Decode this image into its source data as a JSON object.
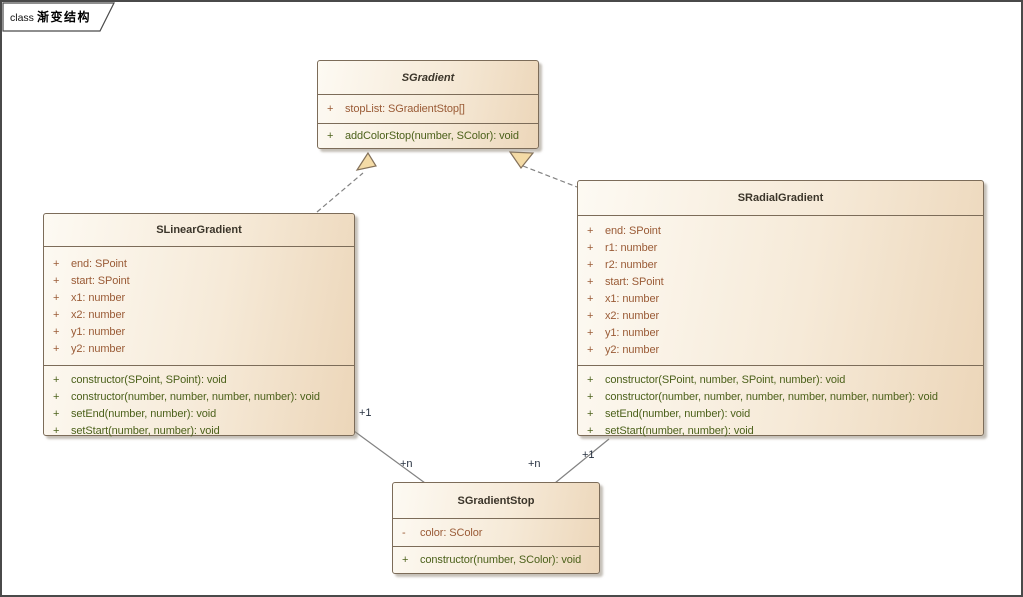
{
  "frame": {
    "keyword": "class",
    "title": "渐变结构"
  },
  "classes": [
    {
      "name": "SGradient",
      "abstract": true,
      "attributes": [
        {
          "vis": "+",
          "text": "stopList: SGradientStop[]"
        }
      ],
      "methods": [
        {
          "vis": "+",
          "text": "addColorStop(number, SColor): void"
        }
      ]
    },
    {
      "name": "SLinearGradient",
      "abstract": false,
      "attributes": [
        {
          "vis": "+",
          "text": "end: SPoint"
        },
        {
          "vis": "+",
          "text": "start: SPoint"
        },
        {
          "vis": "+",
          "text": "x1: number"
        },
        {
          "vis": "+",
          "text": "x2: number"
        },
        {
          "vis": "+",
          "text": "y1: number"
        },
        {
          "vis": "+",
          "text": "y2: number"
        }
      ],
      "methods": [
        {
          "vis": "+",
          "text": "constructor(SPoint, SPoint): void"
        },
        {
          "vis": "+",
          "text": "constructor(number, number, number, number): void"
        },
        {
          "vis": "+",
          "text": "setEnd(number, number): void"
        },
        {
          "vis": "+",
          "text": "setStart(number, number): void"
        }
      ]
    },
    {
      "name": "SRadialGradient",
      "abstract": false,
      "attributes": [
        {
          "vis": "+",
          "text": "end: SPoint"
        },
        {
          "vis": "+",
          "text": "r1: number"
        },
        {
          "vis": "+",
          "text": "r2: number"
        },
        {
          "vis": "+",
          "text": "start: SPoint"
        },
        {
          "vis": "+",
          "text": "x1: number"
        },
        {
          "vis": "+",
          "text": "x2: number"
        },
        {
          "vis": "+",
          "text": "y1: number"
        },
        {
          "vis": "+",
          "text": "y2: number"
        }
      ],
      "methods": [
        {
          "vis": "+",
          "text": "constructor(SPoint, number, SPoint, number): void"
        },
        {
          "vis": "+",
          "text": "constructor(number, number, number, number, number, number): void"
        },
        {
          "vis": "+",
          "text": "setEnd(number, number): void"
        },
        {
          "vis": "+",
          "text": "setStart(number, number): void"
        }
      ]
    },
    {
      "name": "SGradientStop",
      "abstract": false,
      "attributes": [
        {
          "vis": "-",
          "text": "color: SColor"
        }
      ],
      "methods": [
        {
          "vis": "+",
          "text": "constructor(number, SColor): void"
        }
      ]
    }
  ],
  "relations": [
    {
      "type": "association",
      "source": "SLinearGradient",
      "target": "SGradientStop",
      "source_label": "+1",
      "target_label": "+n"
    },
    {
      "type": "association",
      "source": "SRadialGradient",
      "target": "SGradientStop",
      "source_label": "+1",
      "target_label": "+n"
    },
    {
      "type": "realization",
      "source": "SLinearGradient",
      "target": "SGradient"
    },
    {
      "type": "realization",
      "source": "SRadialGradient",
      "target": "SGradient"
    }
  ],
  "colors": {
    "frame-border": "#4a4a4a",
    "box-border": "#7c6c59",
    "box-fill-light": "#fdfaf3",
    "box-fill-mid": "#f6ead8",
    "box-fill-dark": "#ecd6b9",
    "title-text": "#3b352a",
    "attr-text": "#9a5b36",
    "method-text": "#4c611b",
    "line-color": "#828282",
    "triangle-fill": "#f4dba6",
    "label-text": "#26303f"
  }
}
